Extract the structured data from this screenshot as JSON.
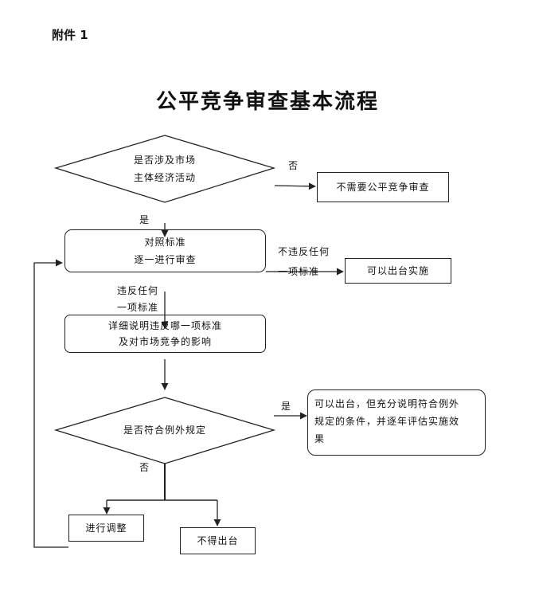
{
  "header": {
    "attachment": "附件 1",
    "title": "公平竞争审查基本流程"
  },
  "decision1": {
    "line1": "是否涉及市场",
    "line2": "主体经济活动"
  },
  "no_review": "不需要公平竞争审查",
  "labels": {
    "no1": "否",
    "yes1": "是",
    "no_violation_1": "不违反任何",
    "no_violation_2": "一项标准",
    "violation_1": "违反任何",
    "violation_2": "一项标准",
    "yes2": "是",
    "no2": "否"
  },
  "compare": {
    "line1": "对照标准",
    "line2": "逐一进行审查"
  },
  "implement": "可以出台实施",
  "explain": {
    "line1": "详细说明违反哪一项标准",
    "line2": "及对市场竞争的影响"
  },
  "decision2": "是否符合例外规定",
  "exception_result": {
    "line1": "可以出台，但充分说明符合例外",
    "line2": "规定的条件，并逐年评估实施效",
    "line3": "果"
  },
  "adjust": "进行调整",
  "not_issue": "不得出台"
}
